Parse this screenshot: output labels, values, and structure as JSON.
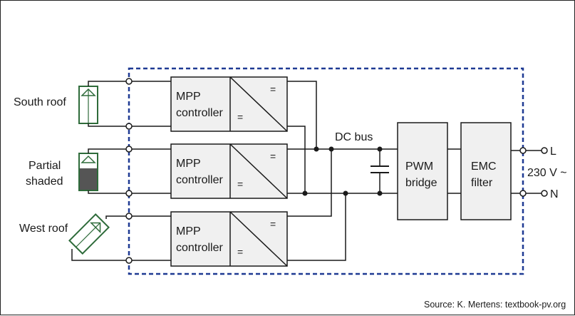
{
  "inputs": {
    "south": "South roof",
    "partial_line1": "Partial",
    "partial_line2": "shaded",
    "west": "West roof"
  },
  "mpp": {
    "line1": "MPP",
    "line2": "controller",
    "dc_top": "=",
    "dc_bottom": "="
  },
  "dc_bus": "DC bus",
  "pwm": {
    "line1": "PWM",
    "line2": "bridge"
  },
  "emc": {
    "line1": "EMC",
    "line2": "filter"
  },
  "output": {
    "L": "L",
    "N": "N",
    "voltage": "230 V ~"
  },
  "source": "Source: K. Mertens: textbook-pv.org",
  "colors": {
    "frame": "#1f3a93",
    "wire": "#1a1a1a",
    "box_fill": "#f0f0f0",
    "shade": "#555555",
    "panel": "#2e6b3a"
  }
}
